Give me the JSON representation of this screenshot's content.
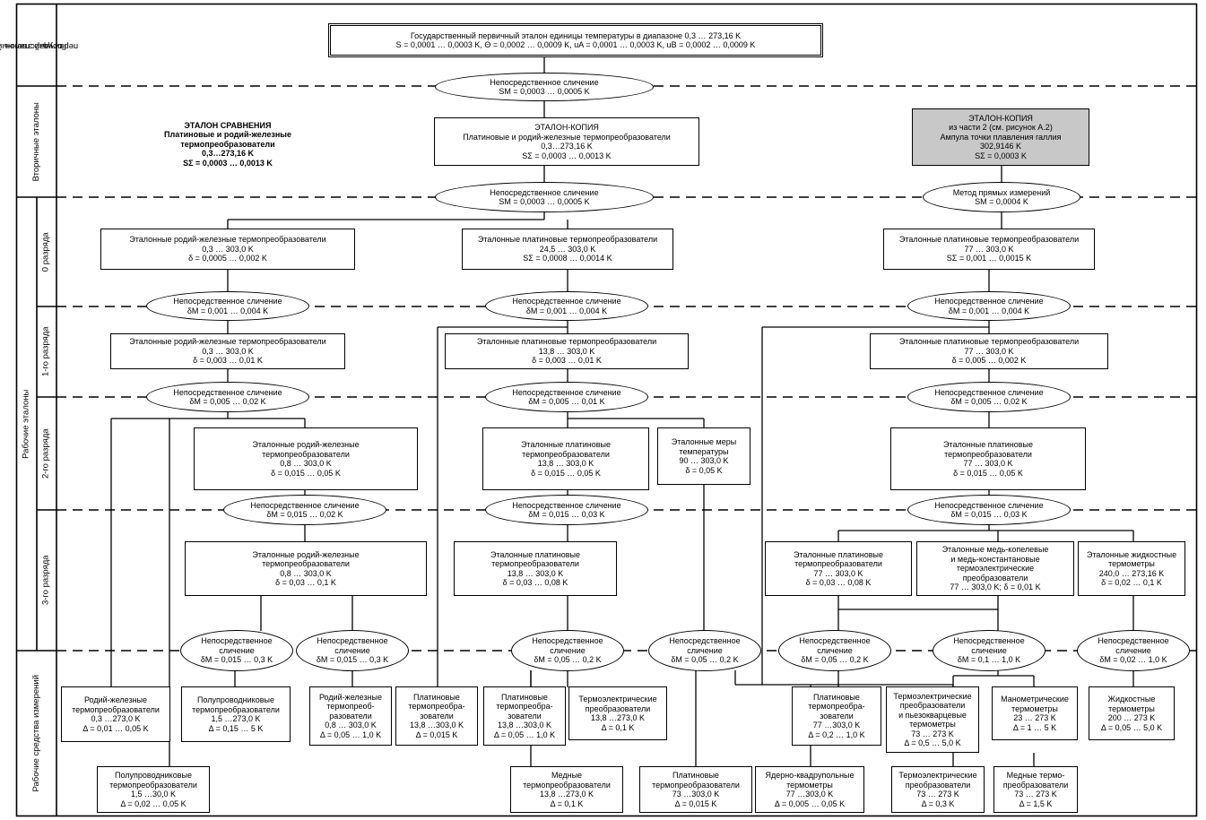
{
  "levels": {
    "primary": [
      "Государственный",
      "первичный эталон"
    ],
    "secondary": "Вторичные эталоны",
    "working": "Рабочие эталоны",
    "rank0": "0 разряда",
    "rank1": "1-го разряда",
    "rank2": "2-го разряда",
    "rank3": "3-го разряда",
    "instruments": "Рабочие средства измерений"
  },
  "primary_standard": [
    "Государственный первичный эталон единицы температуры в диапазоне 0,3 … 273,16 K",
    "S = 0,0001 … 0,0003 K,     Θ = 0,0002 … 0,0009 K,     uA = 0,0001 … 0,0003 K,     uB = 0,0002 … 0,0009 K"
  ],
  "comparisons": {
    "c1": [
      "Непосредственное сличение",
      "SM = 0,0003 … 0,0005 K"
    ],
    "c2": [
      "Непосредственное сличение",
      "SM = 0,0003 … 0,0005 K"
    ],
    "c3": [
      "Метод прямых измерений",
      "SM = 0,0004 K"
    ],
    "r0a": [
      "Непосредственное сличение",
      "δM = 0,001 … 0,004 K"
    ],
    "r0b": [
      "Непосредственное сличение",
      "δM = 0,001 … 0,004 K"
    ],
    "r0c": [
      "Непосредственное сличение",
      "δM = 0,001 … 0,004 K"
    ],
    "r1a": [
      "Непосредственное сличение",
      "δM = 0,005 … 0,02 K"
    ],
    "r1b": [
      "Непосредственное сличение",
      "δM = 0,005 … 0,01 K"
    ],
    "r1c": [
      "Непосредственное сличение",
      "δM = 0,005 … 0,02 K"
    ],
    "r2a": [
      "Непосредственное сличение",
      "δM = 0,015 … 0,02 K"
    ],
    "r2b": [
      "Непосредственное сличение",
      "δM = 0,015 … 0,03 K"
    ],
    "r2c": [
      "Непосредственное сличение",
      "δM = 0,015 … 0,03 K"
    ],
    "r3a": [
      "Непосредственное",
      "сличение",
      "δM = 0,015 … 0,3 K"
    ],
    "r3b": [
      "Непосредственное",
      "сличение",
      "δM = 0,015 … 0,3 K"
    ],
    "r3c": [
      "Непосредственное",
      "сличение",
      "δM = 0,05 … 0,2 K"
    ],
    "r3d": [
      "Непосредственное",
      "сличение",
      "δM = 0,05 … 0,2 K"
    ],
    "r3e": [
      "Непосредственное",
      "сличение",
      "δM = 0,05 … 0,2 K"
    ],
    "r3f": [
      "Непосредственное",
      "сличение",
      "δM = 0,1 … 1,0 K"
    ],
    "r3g": [
      "Непосредственное",
      "сличение",
      "δM = 0,02 … 1,0 K"
    ]
  },
  "secondary_standards": {
    "comparison": [
      "ЭТАЛОН СРАВНЕНИЯ",
      "Платиновые и родий-железные",
      "термопреобразователи",
      "0,3…273,16 K",
      "SΣ = 0,0003 … 0,0013 K"
    ],
    "copy": [
      "ЭТАЛОН-КОПИЯ",
      "Платиновые и родий-железные термопреобразователи",
      "0,3…273,16 K",
      "SΣ = 0,0003 … 0,0013 K"
    ],
    "copy_gallium": [
      "ЭТАЛОН-КОПИЯ",
      "из части 2 (см. рисунок А.2)",
      "Ампула точки плавления галлия",
      "302,9146 K",
      "SΣ = 0,0003 K"
    ]
  },
  "rank0": {
    "a": [
      "Эталонные родий-железные термопреобразователи",
      "0,3 … 303,0 K",
      "δ = 0,0005 … 0,002 K"
    ],
    "b": [
      "Эталонные платиновые термопреобразователи",
      "24,5 … 303,0 K",
      "SΣ = 0,0008 … 0,0014 K"
    ],
    "c": [
      "Эталонные платиновые термопреобразователи",
      "77 … 303,0 K",
      "SΣ = 0,001 … 0,0015 K"
    ]
  },
  "rank1": {
    "a": [
      "Эталонные родий-железные термопреобразователи",
      "0,3 … 303,0 K",
      "δ = 0,003 … 0,01 K"
    ],
    "b": [
      "Эталонные платиновые термопреобразователи",
      "13,8 … 303,0 K",
      "δ = 0,003 … 0,01 K"
    ],
    "c": [
      "Эталонные платиновые термопреобразователи",
      "77 … 303,0 K",
      "δ = 0,005 … 0,002 K"
    ]
  },
  "rank2": {
    "a": [
      "Эталонные родий-железные",
      "термопреобразователи",
      "0,8 … 303,0 K",
      "δ = 0,015 … 0,05 K"
    ],
    "b": [
      "Эталонные платиновые",
      "термопреобразователи",
      "13,8 … 303,0 K",
      "δ = 0,015 … 0,05 K"
    ],
    "m": [
      "Эталонные меры",
      "температуры",
      "90 … 303,0 K",
      "δ = 0,05 K"
    ],
    "c": [
      "Эталонные платиновые",
      "термопреобразователи",
      "77 … 303,0 K",
      "δ = 0,015 … 0,05 K"
    ]
  },
  "rank3": {
    "a": [
      "Эталонные родий-железные",
      "термопреобразователи",
      "0,8 … 303,0 K",
      "δ = 0,03 … 0,1 K"
    ],
    "b": [
      "Эталонные платиновые",
      "термопреобразователи",
      "13,8 … 303,0 K",
      "δ = 0,03 … 0,08 K"
    ],
    "c": [
      "Эталонные платиновые",
      "термопреобразователи",
      "77 … 303,0 K",
      "δ = 0,03 … 0,08 K"
    ],
    "d": [
      "Эталонные медь-копелевые",
      "и медь-константановые",
      "термоэлектрические",
      "преобразователи",
      "77 … 303,0 K; δ = 0,01 K"
    ],
    "e": [
      "Эталонные жидкостные",
      "термометры",
      "240,0 … 273,16 K",
      "δ = 0,02 … 0,1 K"
    ]
  },
  "instruments": {
    "i1": [
      "Родий-железные",
      "термопреобразователи",
      "0,3 …273,0 K",
      "Δ = 0,01 … 0,05 K"
    ],
    "i2": [
      "Полупроводниковые",
      "термопреобразователи",
      "1,5 …273,0 K",
      "Δ = 0,15 … 5 K"
    ],
    "i3": [
      "Родий-железные",
      "термопреоб-",
      "разователи",
      "0,8 … 303,0 K",
      "Δ = 0,05 … 1,0 K"
    ],
    "i4": [
      "Платиновые",
      "термопреобра-",
      "зователи",
      "13,8 …303,0 K",
      "Δ = 0,015 K"
    ],
    "i5": [
      "Платиновые",
      "термопреобра-",
      "зователи",
      "13,8 …303,0 K",
      "Δ = 0,05 … 1,0 K"
    ],
    "i6": [
      "Термоэлектрические",
      "преобразователи",
      "13,8 …273,0 K",
      "Δ = 0,1 K"
    ],
    "i7": [
      "Платиновые",
      "термопреобра-",
      "зователи",
      "77 …303,0 K",
      "Δ = 0,2 … 1,0 K"
    ],
    "i8": [
      "Термоэлектрические",
      "преобразователи",
      "и пьезокварцевые",
      "термометры",
      "73 … 273 K",
      "Δ = 0,5 … 5,0 K"
    ],
    "i9": [
      "Манометрические",
      "термометры",
      "23 … 273 K",
      "Δ = 1 … 5 K"
    ],
    "i10": [
      "Жидкостные",
      "термометры",
      "200 … 273 K",
      "Δ = 0,05 … 5,0 K"
    ],
    "i11": [
      "Полупроводниковые",
      "термопреобразователи",
      "1,5 …30,0 K",
      "Δ = 0,02 … 0,05 K"
    ],
    "i12": [
      "Медные",
      "термопреобразователи",
      "13,8 …273,0 K",
      "Δ = 0,1 K"
    ],
    "i13": [
      "Платиновые",
      "термопреобразователи",
      "73 …303,0 K",
      "Δ = 0,015 K"
    ],
    "i14": [
      "Ядерно-квадрупольные",
      "термометры",
      "77 …303,0 K",
      "Δ = 0,005 … 0,05 K"
    ],
    "i15": [
      "Термоэлектрические",
      "преобразователи",
      "73 … 273 K",
      "Δ = 0,3 K"
    ],
    "i16": [
      "Медные термо-",
      "преобразователи",
      "73 … 273 K",
      "Δ = 1,5 K"
    ]
  }
}
